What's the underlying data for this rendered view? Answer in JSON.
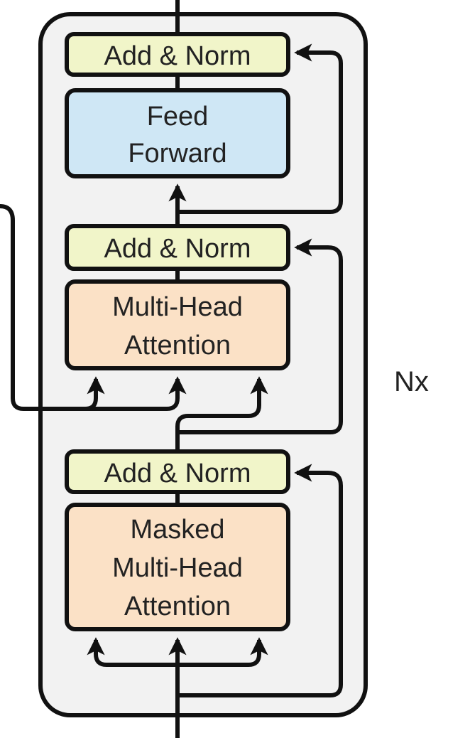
{
  "diagram": {
    "repeat_label": "Nx",
    "blocks": {
      "add_norm_top": {
        "label": "Add & Norm"
      },
      "feed_forward": {
        "line1": "Feed",
        "line2": "Forward"
      },
      "add_norm_middle": {
        "label": "Add & Norm"
      },
      "multi_head_attention": {
        "line1": "Multi-Head",
        "line2": "Attention"
      },
      "add_norm_bottom": {
        "label": "Add & Norm"
      },
      "masked_multi_head_attention": {
        "line1": "Masked",
        "line2": "Multi-Head",
        "line3": "Attention"
      }
    },
    "colors": {
      "add_norm": "#f1f5c9",
      "feed_forward": "#cfe7f5",
      "attention": "#fbe1c6",
      "container": "#f2f2f2",
      "stroke": "#111111"
    }
  }
}
